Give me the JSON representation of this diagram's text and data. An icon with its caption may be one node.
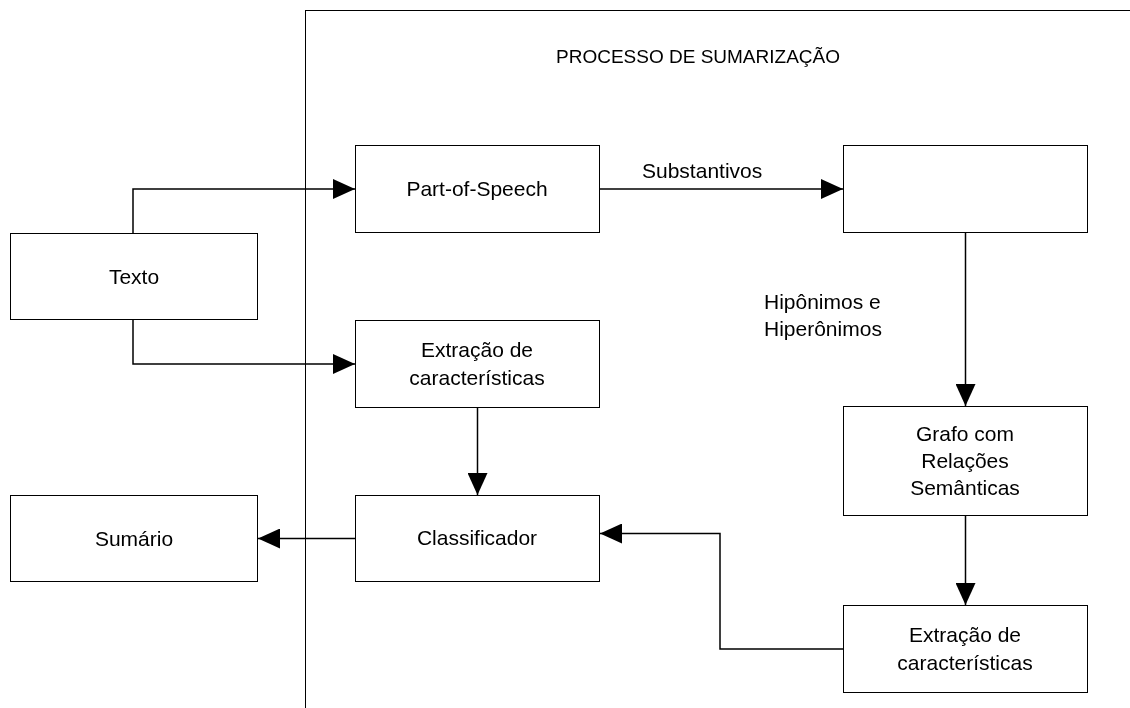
{
  "diagram": {
    "nodes": [
      {
        "text": [
          "PROCESSO DE SUMARIZAÇÃO"
        ]
      },
      {
        "text": [
          "Texto"
        ]
      },
      {
        "text": [
          "Part-of-Speech"
        ],
        "in": 0
      },
      {
        "text": [],
        "shape": "box",
        "in": 0
      },
      {
        "text": [
          "Extração de características"
        ],
        "in": 0
      },
      {
        "text": [
          "Grafo com Relações Semânticas"
        ],
        "in": 0
      },
      {
        "text": [
          "Sumário"
        ]
      },
      {
        "text": [
          "Classificador"
        ],
        "in": 0
      },
      {
        "text": [
          "Extração de características"
        ],
        "in": 0
      }
    ],
    "edges": [
      {
        "from": 1,
        "to": 2,
        "arrow": "to"
      },
      {
        "from": 1,
        "to": 4,
        "arrow": "to"
      },
      {
        "from": 2,
        "to": 3,
        "arrow": "to",
        "label": "Substantivos"
      },
      {
        "from": 3,
        "to": 5,
        "arrow": "to",
        "label": "Hipônimos e Hiperônimos"
      },
      {
        "from": 4,
        "to": 7,
        "arrow": "to"
      },
      {
        "from": 5,
        "to": 8,
        "arrow": "to"
      },
      {
        "from": 8,
        "to": 7,
        "arrow": "to"
      },
      {
        "from": 7,
        "to": 6,
        "arrow": "to"
      }
    ]
  }
}
